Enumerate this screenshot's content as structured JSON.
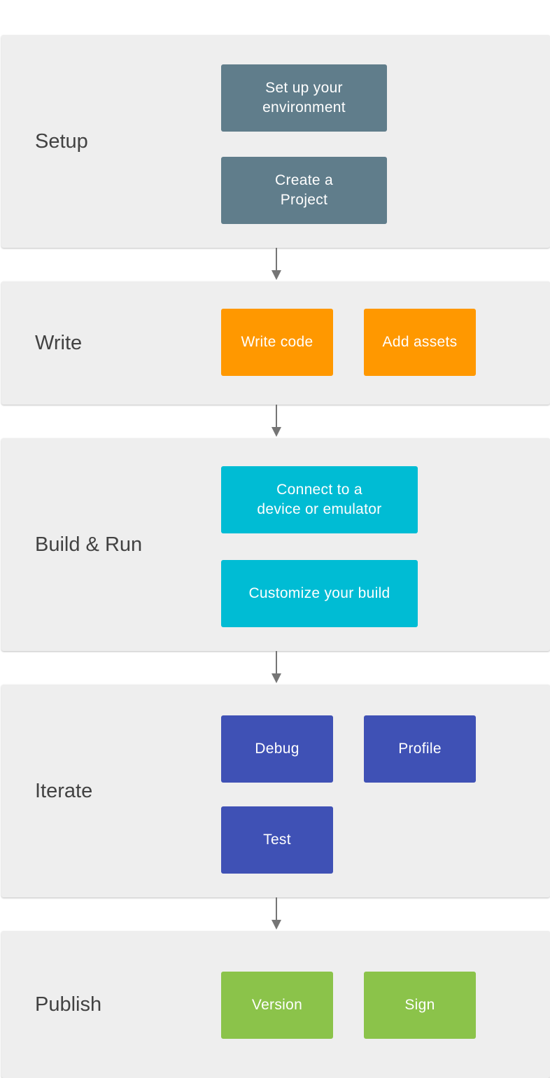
{
  "colors": {
    "stage_background": "#eeeeee",
    "label_text": "#424242",
    "setup": "#607d8b",
    "write": "#ff9800",
    "build_run": "#00bcd4",
    "iterate": "#3f51b5",
    "publish": "#8bc34a",
    "arrow": "#757575"
  },
  "stages": [
    {
      "label": "Setup",
      "steps": [
        "Set up your\nenvironment",
        "Create a\nProject"
      ]
    },
    {
      "label": "Write",
      "steps": [
        "Write code",
        "Add assets"
      ]
    },
    {
      "label": "Build & Run",
      "steps": [
        "Connect to a\ndevice or emulator",
        "Customize your build"
      ]
    },
    {
      "label": "Iterate",
      "steps": [
        "Debug",
        "Profile",
        "Test"
      ]
    },
    {
      "label": "Publish",
      "steps": [
        "Version",
        "Sign"
      ]
    }
  ]
}
